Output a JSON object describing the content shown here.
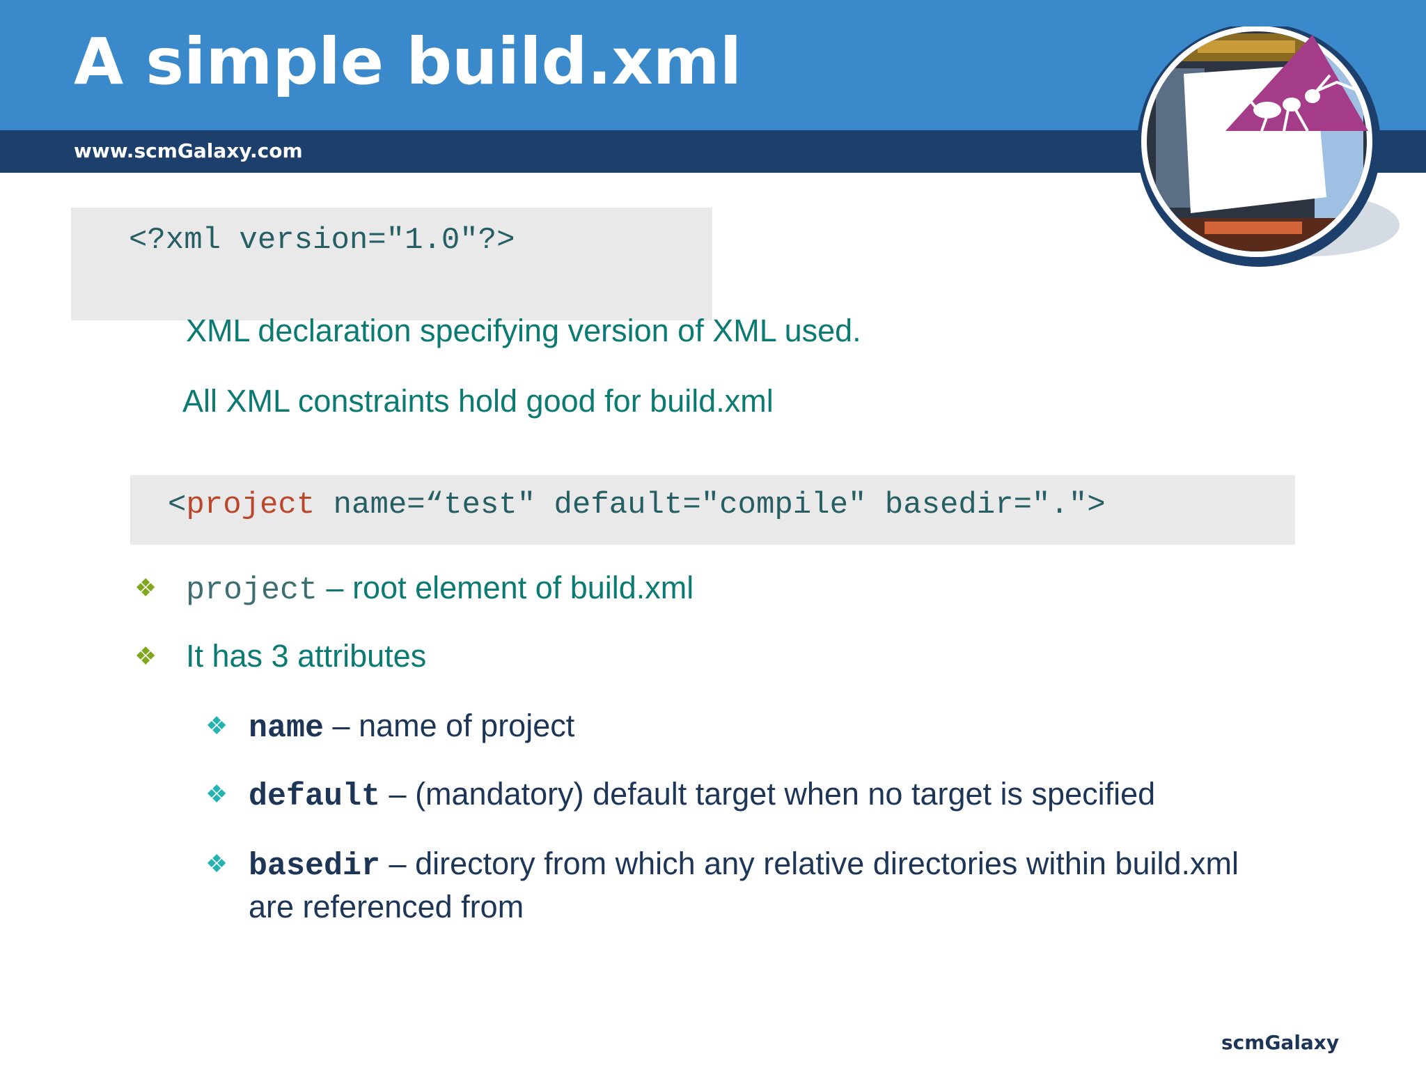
{
  "slide": {
    "title": "A simple build.xml",
    "site": "www.scmGalaxy.com",
    "footer": "scmGalaxy"
  },
  "code_block_1": {
    "text": "<?xml version=\"1.0\"?>"
  },
  "notes": [
    "XML declaration specifying version of XML used.",
    "All XML constraints hold good for build.xml"
  ],
  "code_block_2": {
    "open": "<",
    "keyword": "project",
    "rest": " name=“test\" default=\"compile\" basedir=\".\">"
  },
  "bullets": [
    {
      "code": "project",
      "text": " – root element of build.xml"
    },
    {
      "text": "It has 3 attributes"
    }
  ],
  "sub_bullets": [
    {
      "code": "name",
      "text": " – name of project"
    },
    {
      "code": "default",
      "text": " – (mandatory) default target when no target is specified"
    },
    {
      "code": "basedir",
      "text": " – directory from which any relative directories within build.xml",
      "text2": "are referenced from"
    }
  ],
  "bullet_glyph": "❖",
  "colors": {
    "header": "#3a8acb",
    "subheader": "#1d3f6b",
    "teal_text": "#0a7a72",
    "navy_text": "#1d3557",
    "keyword": "#b9472a",
    "bullet_green": "#7fa81e",
    "bullet_cyan": "#24b3b0"
  }
}
